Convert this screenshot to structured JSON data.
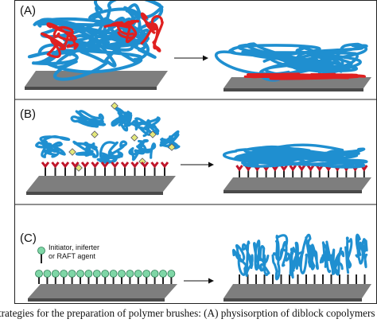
{
  "figure": {
    "panels": [
      {
        "label": "(A)"
      },
      {
        "label": "(B)"
      },
      {
        "label": "(C)",
        "inline_label": [
          "Initiator, iniferter",
          "or RAFT agent"
        ]
      }
    ],
    "colors": {
      "polymer": "#1f8fd0",
      "anchor_block": "#e02020",
      "surface_top": "#7e7e7e",
      "surface_front": "#4a4a4a",
      "anchor_head": "#c0162b",
      "initiator": "#7fd6a6",
      "stem": "#222222",
      "end_group": "#e4e87a"
    }
  },
  "caption": "trategies for the preparation of polymer brushes: (A) physisorption of diblock copolymers via"
}
